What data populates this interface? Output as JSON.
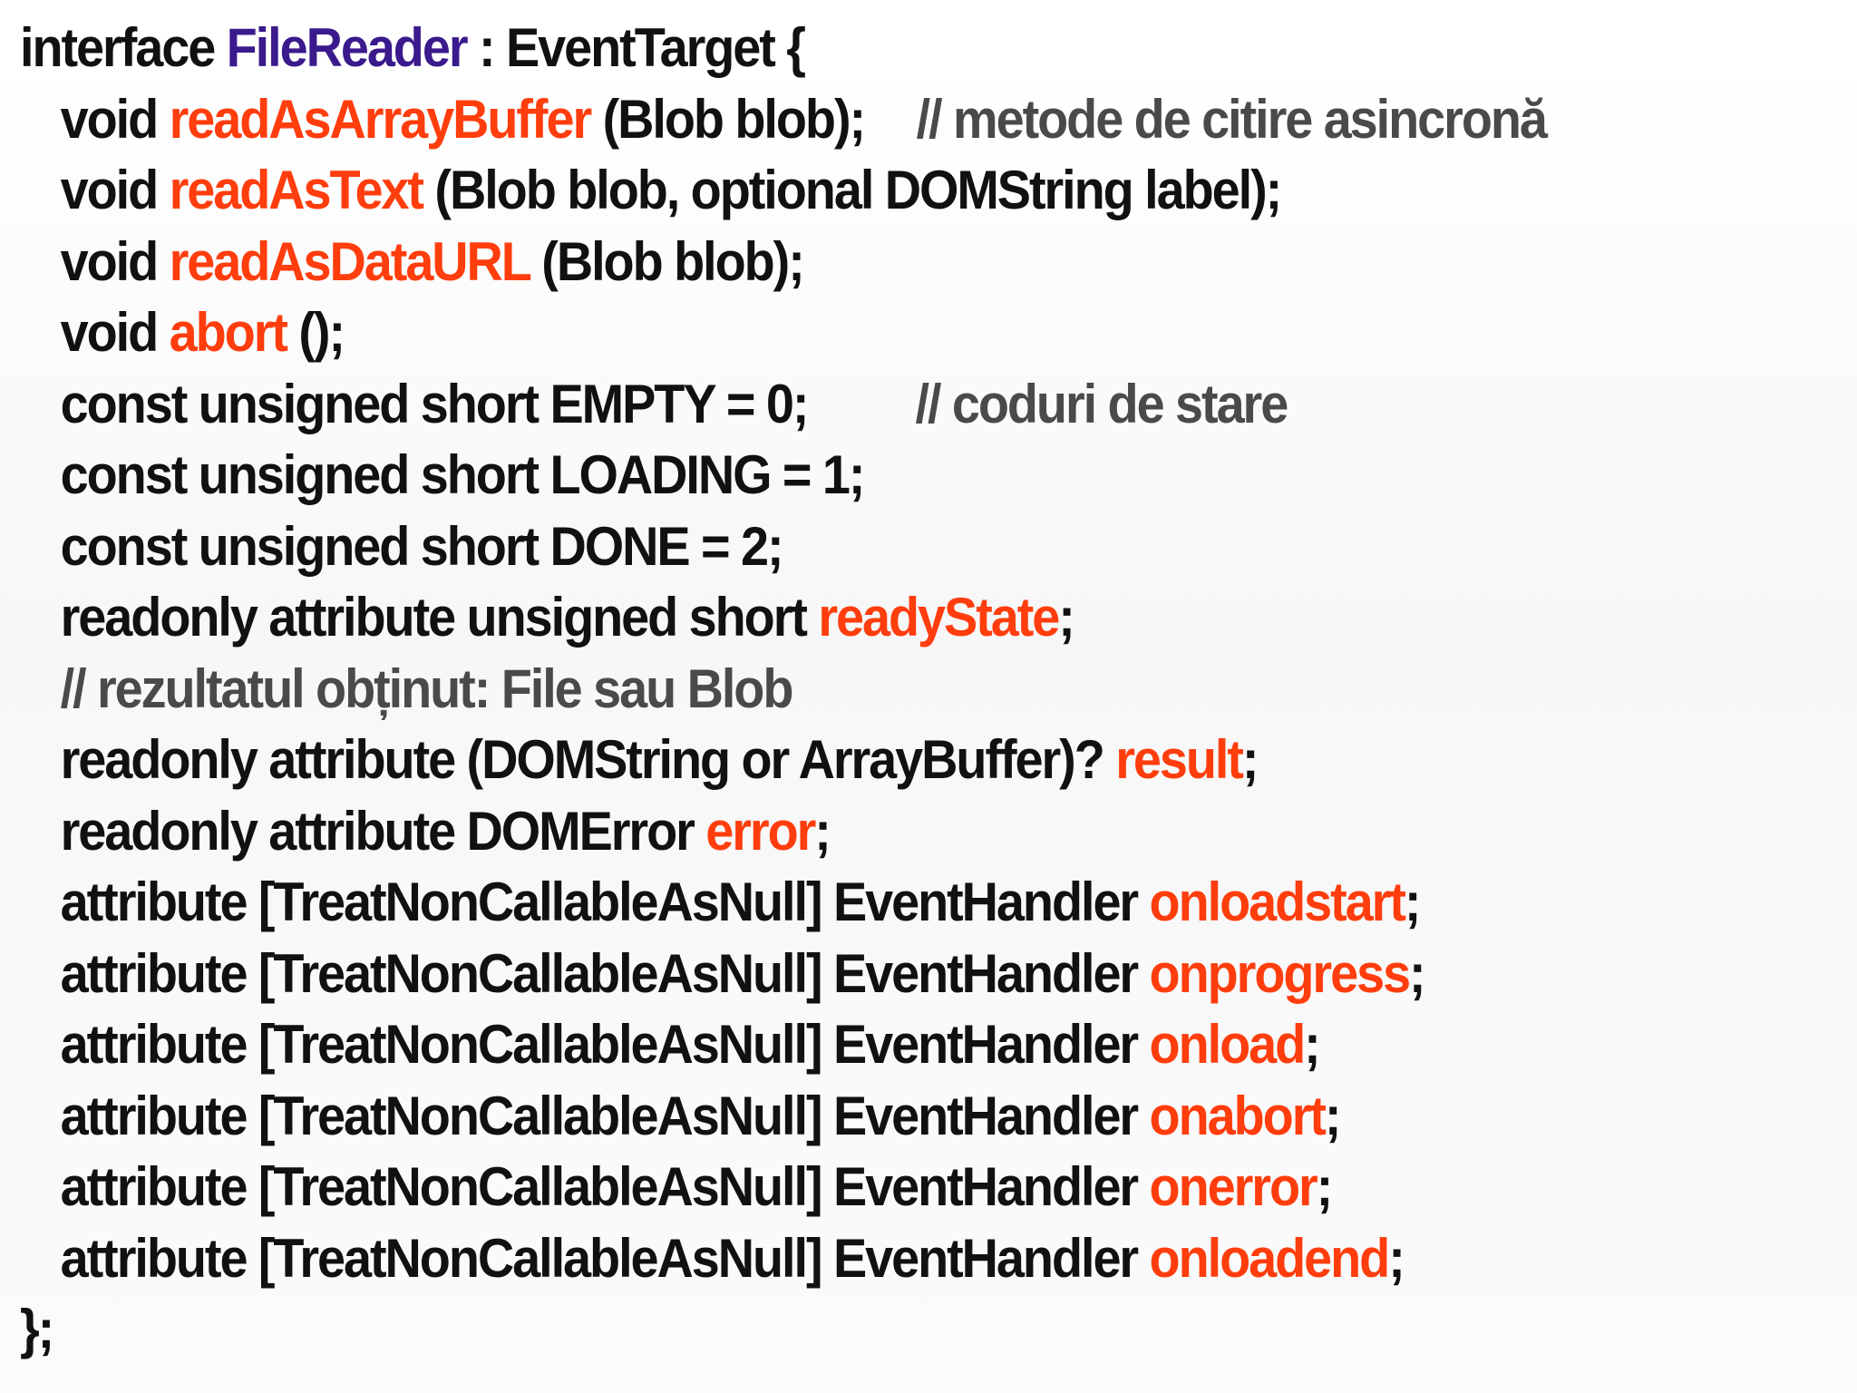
{
  "lines": [
    {
      "parts": [
        {
          "t": "interface ",
          "c": "plain"
        },
        {
          "t": "FileReader",
          "c": "type"
        },
        {
          "t": " : EventTarget {",
          "c": "plain"
        }
      ],
      "indent": false
    },
    {
      "parts": [
        {
          "t": "void ",
          "c": "plain"
        },
        {
          "t": "readAsArrayBuffer",
          "c": "member"
        },
        {
          "t": " (Blob blob);",
          "c": "plain"
        },
        {
          "t": "// metode de citire asincronă",
          "c": "comment",
          "gap": 62
        }
      ],
      "indent": true
    },
    {
      "parts": [
        {
          "t": "void ",
          "c": "plain"
        },
        {
          "t": "readAsText",
          "c": "member"
        },
        {
          "t": " (Blob blob, optional DOMString label);",
          "c": "plain"
        }
      ],
      "indent": true
    },
    {
      "parts": [
        {
          "t": "void ",
          "c": "plain"
        },
        {
          "t": "readAsDataURL",
          "c": "member"
        },
        {
          "t": " (Blob blob);",
          "c": "plain"
        }
      ],
      "indent": true
    },
    {
      "parts": [
        {
          "t": "void ",
          "c": "plain"
        },
        {
          "t": "abort",
          "c": "member"
        },
        {
          "t": " ();",
          "c": "plain"
        }
      ],
      "indent": true
    },
    {
      "parts": [
        {
          "t": "const unsigned short EMPTY = 0;",
          "c": "plain"
        },
        {
          "t": "// coduri de stare",
          "c": "comment",
          "gap": 128
        }
      ],
      "indent": true
    },
    {
      "parts": [
        {
          "t": "const unsigned short LOADING = 1;",
          "c": "plain"
        }
      ],
      "indent": true
    },
    {
      "parts": [
        {
          "t": "const unsigned short DONE = 2;",
          "c": "plain"
        }
      ],
      "indent": true
    },
    {
      "parts": [
        {
          "t": "readonly attribute unsigned short ",
          "c": "plain"
        },
        {
          "t": "readyState",
          "c": "member"
        },
        {
          "t": ";",
          "c": "plain"
        }
      ],
      "indent": true
    },
    {
      "parts": [
        {
          "t": "// rezultatul obținut: File sau Blob",
          "c": "comment"
        }
      ],
      "indent": true
    },
    {
      "parts": [
        {
          "t": "readonly attribute (DOMString or ArrayBuffer)? ",
          "c": "plain"
        },
        {
          "t": "result",
          "c": "member"
        },
        {
          "t": ";",
          "c": "plain"
        }
      ],
      "indent": true
    },
    {
      "parts": [
        {
          "t": "readonly attribute DOMError ",
          "c": "plain"
        },
        {
          "t": "error",
          "c": "member"
        },
        {
          "t": ";",
          "c": "plain"
        }
      ],
      "indent": true
    },
    {
      "parts": [
        {
          "t": "attribute [TreatNonCallableAsNull] EventHandler ",
          "c": "plain"
        },
        {
          "t": "onloadstart",
          "c": "member"
        },
        {
          "t": ";",
          "c": "plain"
        }
      ],
      "indent": true
    },
    {
      "parts": [
        {
          "t": "attribute [TreatNonCallableAsNull] EventHandler ",
          "c": "plain"
        },
        {
          "t": "onprogress",
          "c": "member"
        },
        {
          "t": ";",
          "c": "plain"
        }
      ],
      "indent": true
    },
    {
      "parts": [
        {
          "t": "attribute [TreatNonCallableAsNull] EventHandler ",
          "c": "plain"
        },
        {
          "t": "onload",
          "c": "member"
        },
        {
          "t": ";",
          "c": "plain"
        }
      ],
      "indent": true
    },
    {
      "parts": [
        {
          "t": "attribute [TreatNonCallableAsNull] EventHandler ",
          "c": "plain"
        },
        {
          "t": "onabort",
          "c": "member"
        },
        {
          "t": ";",
          "c": "plain"
        }
      ],
      "indent": true
    },
    {
      "parts": [
        {
          "t": "attribute [TreatNonCallableAsNull] EventHandler ",
          "c": "plain"
        },
        {
          "t": "onerror",
          "c": "member"
        },
        {
          "t": ";",
          "c": "plain"
        }
      ],
      "indent": true
    },
    {
      "parts": [
        {
          "t": "attribute [TreatNonCallableAsNull] EventHandler ",
          "c": "plain"
        },
        {
          "t": "onloadend",
          "c": "member"
        },
        {
          "t": ";",
          "c": "plain"
        }
      ],
      "indent": true
    },
    {
      "parts": [
        {
          "t": "};",
          "c": "plain"
        }
      ],
      "indent": false
    }
  ],
  "colors": {
    "plain": "#111111",
    "type": "#3a1a8c",
    "member": "#ff3d0d",
    "comment": "#4a4a4a"
  }
}
